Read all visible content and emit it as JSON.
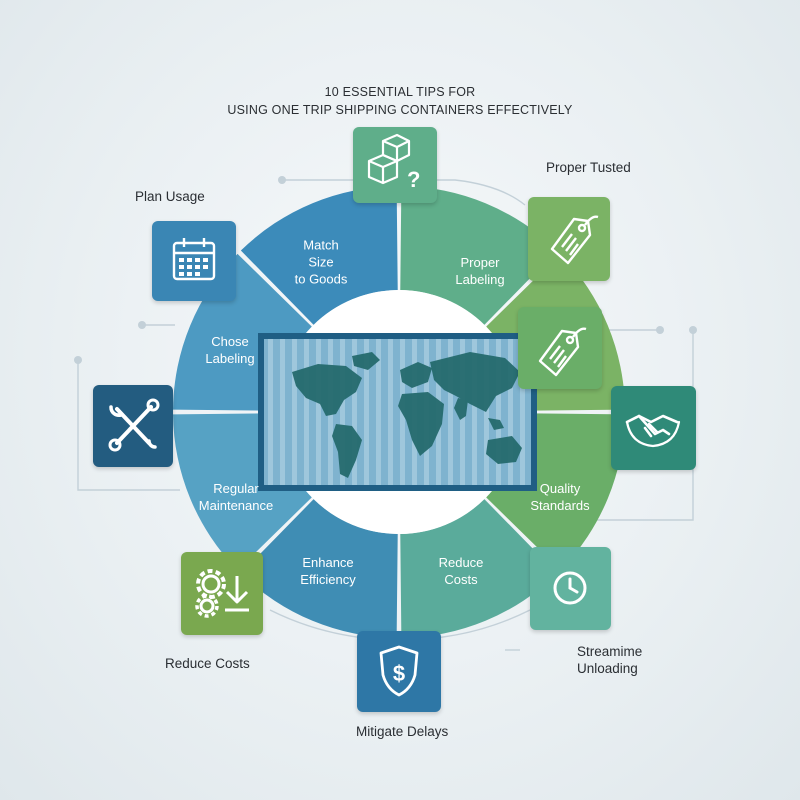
{
  "title": {
    "line1": "10 ESSENTIAL TIPS FOR",
    "line2": "USING ONE TRIP SHIPPING CONTAINERS EFFECTIVELY"
  },
  "segments": [
    {
      "id": "match-size",
      "lines": [
        "Match",
        "Size",
        "to Goods"
      ],
      "color": "#5fae8a"
    },
    {
      "id": "proper-labeling",
      "lines": [
        "Proper",
        "Labeling"
      ],
      "color": "#7bb365"
    },
    {
      "id": "labeling-right",
      "lines": [],
      "color": "#6aae68"
    },
    {
      "id": "quality-standards",
      "lines": [
        "Quality",
        "Standards"
      ],
      "color": "#5aab9b"
    },
    {
      "id": "reduce-costs-seg",
      "lines": [
        "Reduce",
        "Costs"
      ],
      "color": "#3f8db4"
    },
    {
      "id": "enhance-efficiency",
      "lines": [
        "Enhance",
        "Efficiency"
      ],
      "color": "#56a2c4"
    },
    {
      "id": "regular-maintenance",
      "lines": [
        "Regular",
        "Maintenance"
      ],
      "color": "#4d9ac2"
    },
    {
      "id": "chose-labeling",
      "lines": [
        "Chose",
        "Labeling"
      ],
      "color": "#3c8bba"
    }
  ],
  "external_labels": {
    "plan_usage": "Plan Usage",
    "proper_tusted": "Proper Tusted",
    "reduce_costs": "Reduce Costs",
    "streamime": "Streamime",
    "unloading": "Unloading",
    "mitigate_delays": "Mitigate Delays"
  },
  "icons": [
    {
      "name": "boxes-question-icon",
      "color": "#5fae8a"
    },
    {
      "name": "calendar-icon",
      "color": "#3a86b4"
    },
    {
      "name": "price-tag-icon",
      "color": "#7bb365"
    },
    {
      "name": "price-tag-icon",
      "color": "#6aae68"
    },
    {
      "name": "wrench-screwdriver-icon",
      "color": "#235c80"
    },
    {
      "name": "handshake-icon",
      "color": "#2f8a78"
    },
    {
      "name": "gears-download-icon",
      "color": "#7aa84f"
    },
    {
      "name": "clock-icon",
      "color": "#62b39f"
    },
    {
      "name": "shield-dollar-icon",
      "color": "#2e77a6"
    }
  ],
  "center": {
    "name": "world-map-container-icon",
    "color": "#1f5e84"
  }
}
